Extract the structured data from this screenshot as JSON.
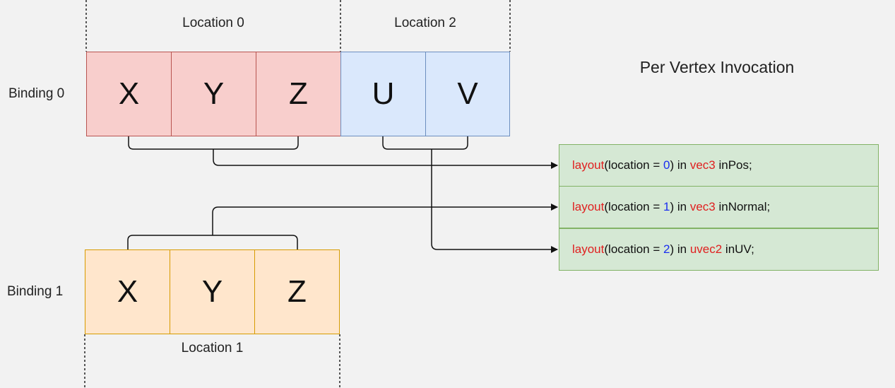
{
  "title": "Per Vertex Invocation",
  "location_labels": {
    "loc0": "Location 0",
    "loc2": "Location 2",
    "loc1": "Location 1"
  },
  "binding_labels": {
    "b0": "Binding 0",
    "b1": "Binding 1"
  },
  "binding0_cells": [
    "X",
    "Y",
    "Z",
    "U",
    "V"
  ],
  "binding1_cells": [
    "X",
    "Y",
    "Z"
  ],
  "shader_lines": [
    {
      "kw": "layout",
      "pre": "(location = ",
      "num": "0",
      "mid": ") in ",
      "type": "vec3",
      "name": " inPos;"
    },
    {
      "kw": "layout",
      "pre": "(location = ",
      "num": "1",
      "mid": ") in ",
      "type": "vec3",
      "name": " inNormal;"
    },
    {
      "kw": "layout",
      "pre": "(location = ",
      "num": "2",
      "mid": ") in ",
      "type": "uvec2",
      "name": " inUV;"
    }
  ],
  "colors": {
    "position_fill": "#f8cecc",
    "uv_fill": "#dae8fc",
    "normal_fill": "#ffe6cc",
    "code_fill": "#d5e8d4",
    "keyword": "#e02020",
    "number": "#1a2ef0"
  }
}
